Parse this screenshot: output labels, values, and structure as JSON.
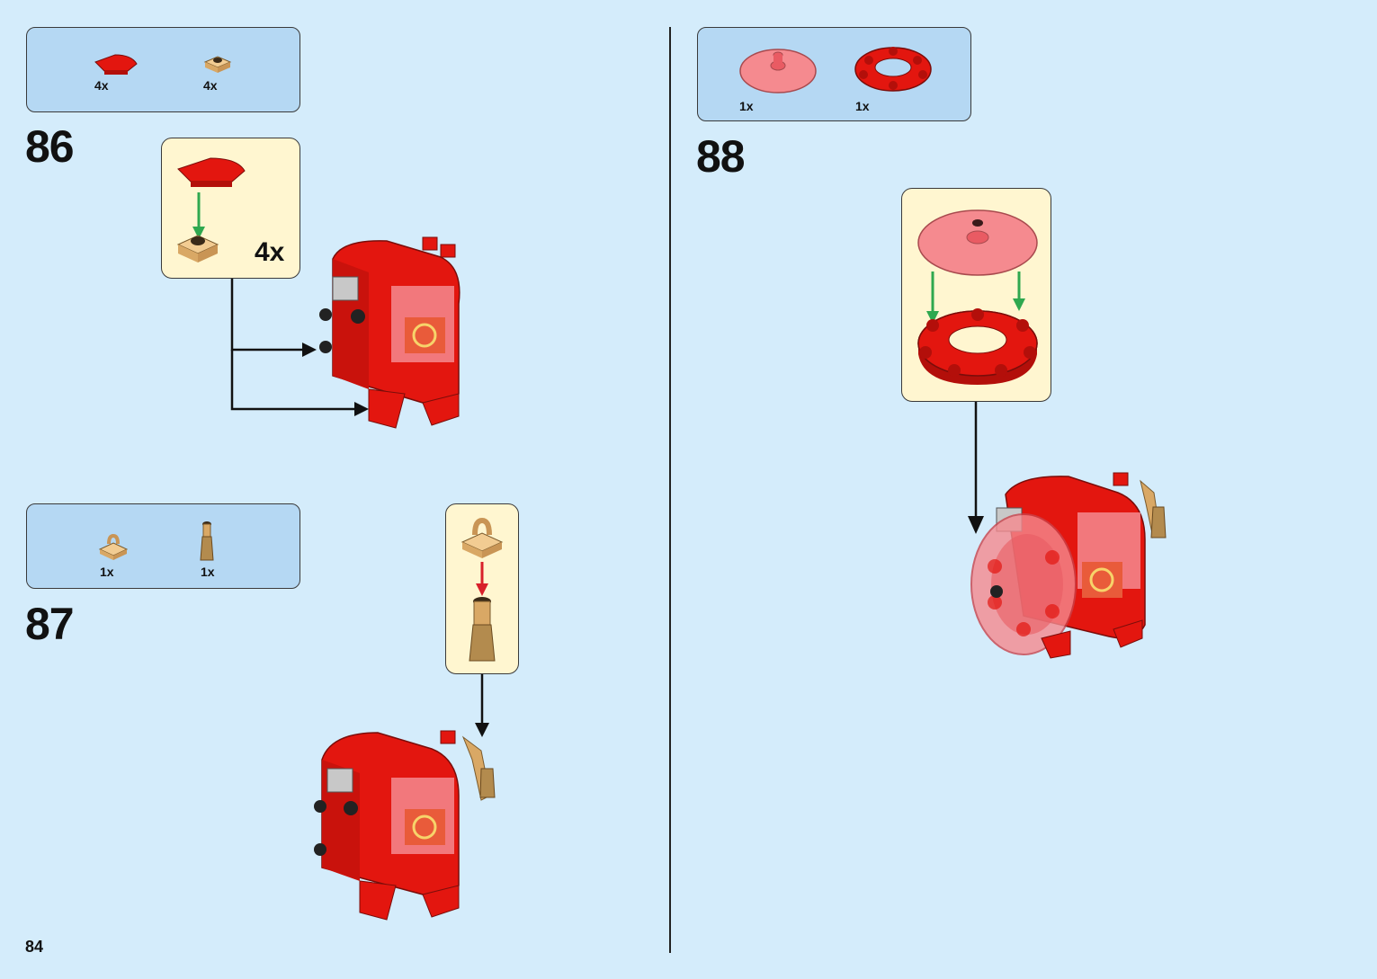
{
  "page_number": "84",
  "colors": {
    "background": "#d4ecfb",
    "parts_box": "#b5d8f3",
    "callout": "#fff6d0",
    "brick_red": "#e3160f",
    "brick_tan": "#e4b87a",
    "trans_red": "#f58a8f",
    "arrow_green": "#2fa84f",
    "arrow_red": "#d8202a"
  },
  "steps": [
    {
      "number": "86",
      "parts": [
        {
          "icon": "red-curved-slope-icon",
          "quantity": "4x"
        },
        {
          "icon": "tan-plate-1x1-icon",
          "quantity": "4x"
        }
      ],
      "callout_multiplier": "4x"
    },
    {
      "number": "87",
      "parts": [
        {
          "icon": "tan-clip-plate-icon",
          "quantity": "1x"
        },
        {
          "icon": "tan-tassel-icon",
          "quantity": "1x"
        }
      ]
    },
    {
      "number": "88",
      "parts": [
        {
          "icon": "trans-red-round-dish-icon",
          "quantity": "1x"
        },
        {
          "icon": "red-round-ring-plate-icon",
          "quantity": "1x"
        }
      ]
    }
  ]
}
